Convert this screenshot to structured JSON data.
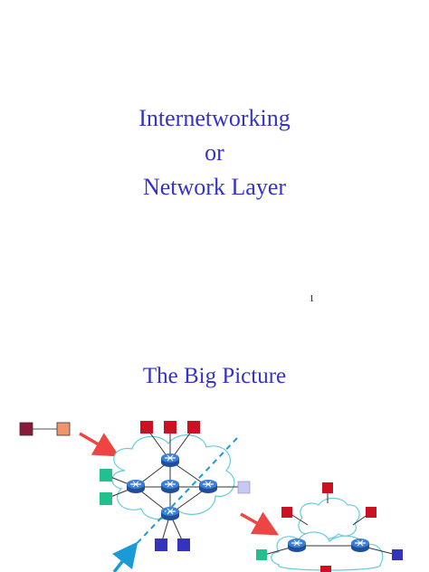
{
  "slide1": {
    "title_lines": [
      "Internetworking",
      "or",
      "Network Layer"
    ],
    "page_number": "1"
  },
  "slide2": {
    "title": "The Big Picture"
  },
  "colors": {
    "title": "#3333cc",
    "host_dark_red": "#8b1a3a",
    "host_orange": "#f0956a",
    "host_red": "#cc1122",
    "host_green": "#22c08f",
    "host_blue": "#3333bb",
    "host_lavender": "#c8c8f4",
    "arrow_red": "#ee4444",
    "arrow_blue": "#1a9ad6",
    "cloud_stroke": "#66ccdd",
    "router": "#2b63b8"
  }
}
